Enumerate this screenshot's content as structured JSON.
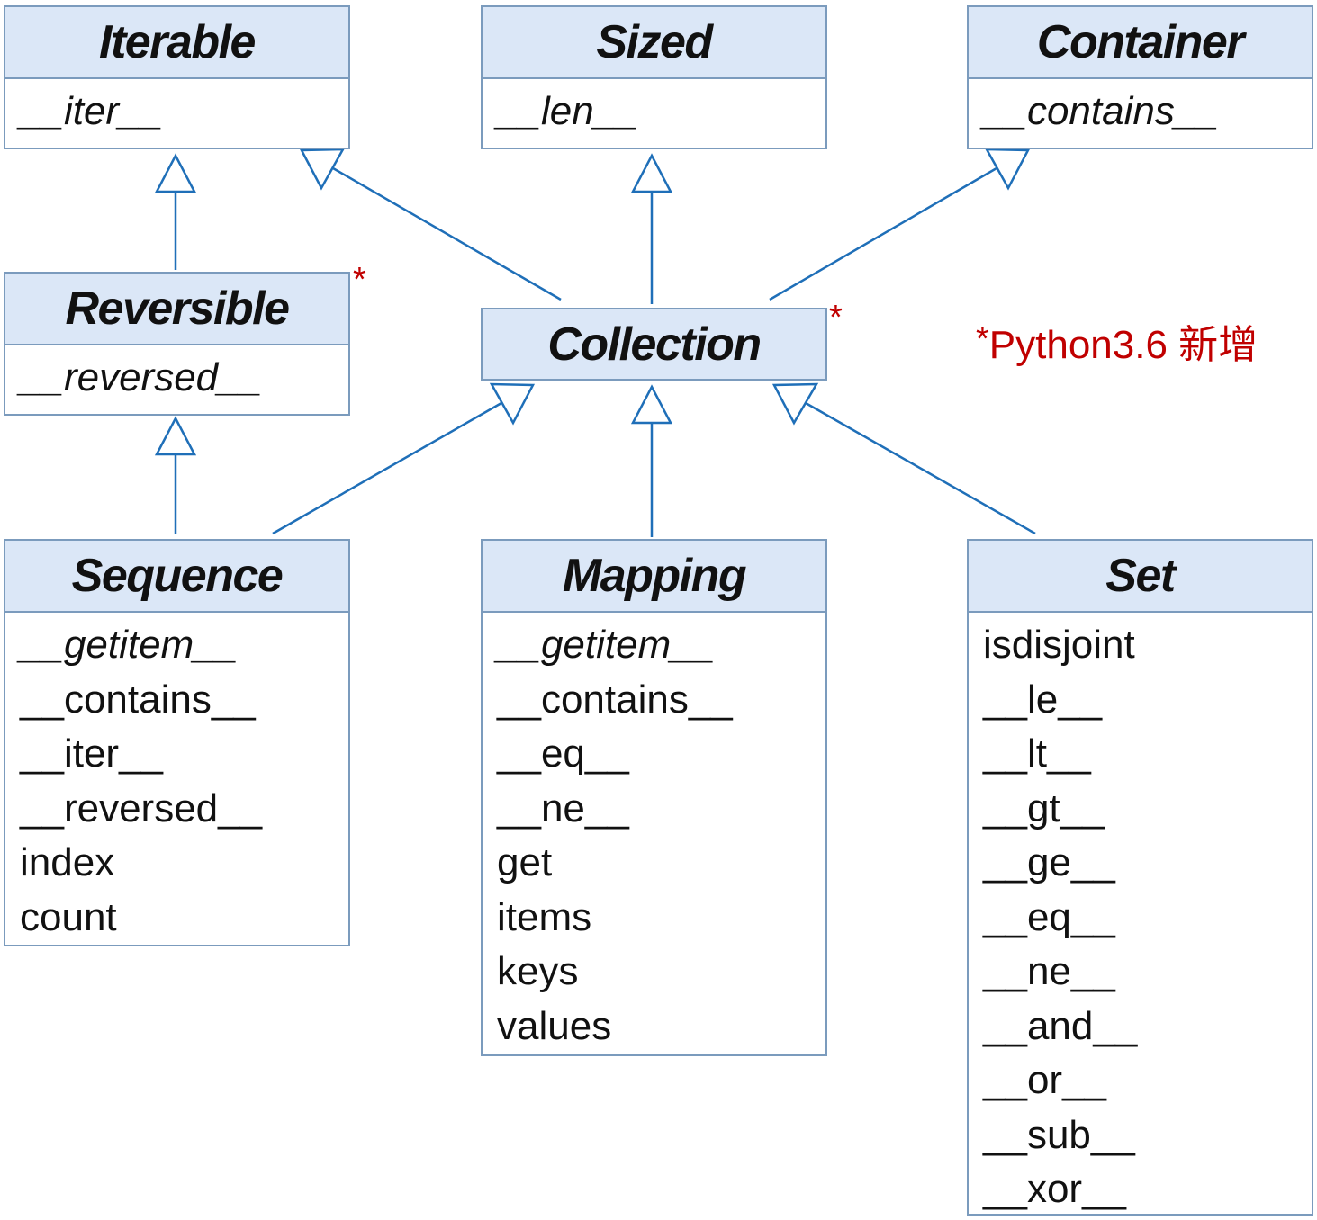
{
  "classes": {
    "iterable": {
      "name": "Iterable",
      "methods": [
        {
          "name": "__iter__",
          "abstract": true
        }
      ]
    },
    "sized": {
      "name": "Sized",
      "methods": [
        {
          "name": "__len__",
          "abstract": true
        }
      ]
    },
    "container": {
      "name": "Container",
      "methods": [
        {
          "name": "__contains__",
          "abstract": true
        }
      ]
    },
    "reversible": {
      "name": "Reversible",
      "methods": [
        {
          "name": "__reversed__",
          "abstract": true
        }
      ]
    },
    "collection": {
      "name": "Collection",
      "methods": []
    },
    "sequence": {
      "name": "Sequence",
      "methods": [
        {
          "name": "__getitem__",
          "abstract": true
        },
        {
          "name": "__contains__",
          "abstract": false
        },
        {
          "name": "__iter__",
          "abstract": false
        },
        {
          "name": "__reversed__",
          "abstract": false
        },
        {
          "name": "index",
          "abstract": false
        },
        {
          "name": "count",
          "abstract": false
        }
      ]
    },
    "mapping": {
      "name": "Mapping",
      "methods": [
        {
          "name": "__getitem__",
          "abstract": true
        },
        {
          "name": "__contains__",
          "abstract": false
        },
        {
          "name": "__eq__",
          "abstract": false
        },
        {
          "name": "__ne__",
          "abstract": false
        },
        {
          "name": "get",
          "abstract": false
        },
        {
          "name": "items",
          "abstract": false
        },
        {
          "name": "keys",
          "abstract": false
        },
        {
          "name": "values",
          "abstract": false
        }
      ]
    },
    "set": {
      "name": "Set",
      "methods": [
        {
          "name": "isdisjoint",
          "abstract": false
        },
        {
          "name": "__le__",
          "abstract": false
        },
        {
          "name": "__lt__",
          "abstract": false
        },
        {
          "name": "__gt__",
          "abstract": false
        },
        {
          "name": "__ge__",
          "abstract": false
        },
        {
          "name": "__eq__",
          "abstract": false
        },
        {
          "name": "__ne__",
          "abstract": false
        },
        {
          "name": "__and__",
          "abstract": false
        },
        {
          "name": "__or__",
          "abstract": false
        },
        {
          "name": "__sub__",
          "abstract": false
        },
        {
          "name": "__xor__",
          "abstract": false
        }
      ]
    }
  },
  "inheritance": [
    {
      "from": "Reversible",
      "to": "Iterable"
    },
    {
      "from": "Collection",
      "to": "Iterable"
    },
    {
      "from": "Collection",
      "to": "Sized"
    },
    {
      "from": "Collection",
      "to": "Container"
    },
    {
      "from": "Sequence",
      "to": "Reversible"
    },
    {
      "from": "Sequence",
      "to": "Collection"
    },
    {
      "from": "Mapping",
      "to": "Collection"
    },
    {
      "from": "Set",
      "to": "Collection"
    }
  ],
  "marks": {
    "new_marker": "*"
  },
  "note": {
    "star": "*",
    "text": "Python3.6 新增"
  },
  "colors": {
    "header_fill": "#dbe7f7",
    "border": "#7b9bbd",
    "edge": "#1f6fb8",
    "note": "#c00000"
  }
}
